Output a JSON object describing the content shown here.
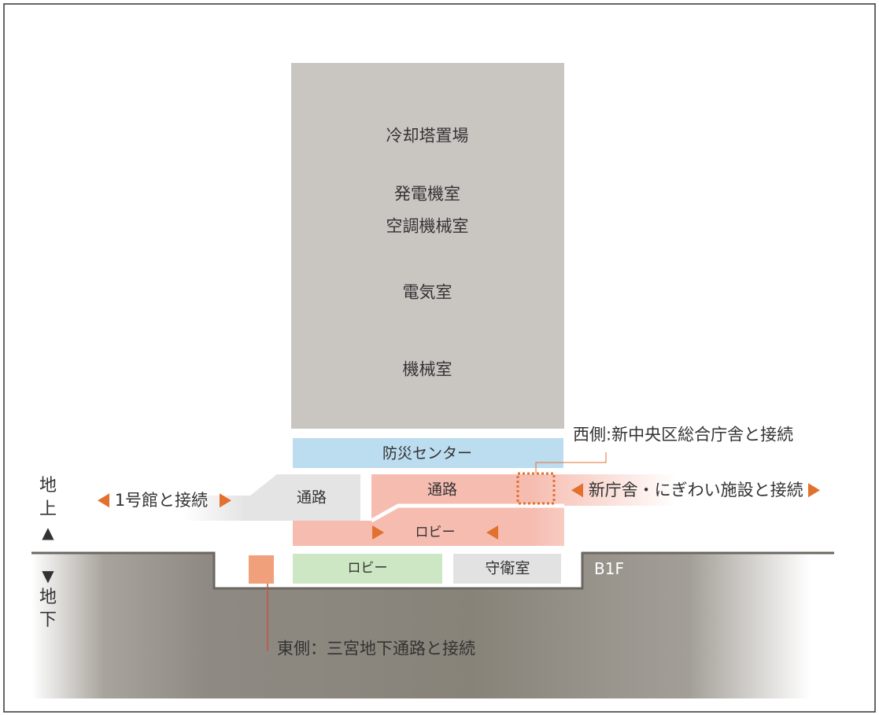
{
  "colors": {
    "frame": "#333333",
    "tower": "#c9c6c2",
    "disaster_center": "#bcdcef",
    "corridor_red": "#f6bcb0",
    "corridor_gray": "#e4e4e4",
    "lobby_green": "#cde6c3",
    "guard_room": "#e2e2e2",
    "ground": "#8e8a83",
    "accent_orange": "#e2702e",
    "east_square": "#f0a07a",
    "leader_line": "#c8523a"
  },
  "tower_rooms": {
    "cooling_tower": "冷却塔置場",
    "generator_room": "発電機室",
    "hvac_room": "空調機械室",
    "electrical_room": "電気室",
    "machine_room": "機械室"
  },
  "floor_rooms": {
    "disaster_center": "防災センター",
    "corridor_left": "通路",
    "corridor_main": "通路",
    "lobby_1f": "ロビー",
    "lobby_b1": "ロビー",
    "guard_room": "守衛室"
  },
  "connections": {
    "west_note": "西側:新中央区総合庁舎と接続",
    "new_hall": "新庁舎・にぎわい施設と接続",
    "building_1": "1号館と接続",
    "east_note": "東側：三宮地下通路と接続"
  },
  "levels": {
    "above_ground": [
      "地",
      "上",
      "▲"
    ],
    "below_ground": [
      "▼",
      "地",
      "下"
    ],
    "b1f": "B1F"
  },
  "icons": {
    "arrow_right": "triangle-right-icon",
    "arrow_left": "triangle-left-icon"
  }
}
